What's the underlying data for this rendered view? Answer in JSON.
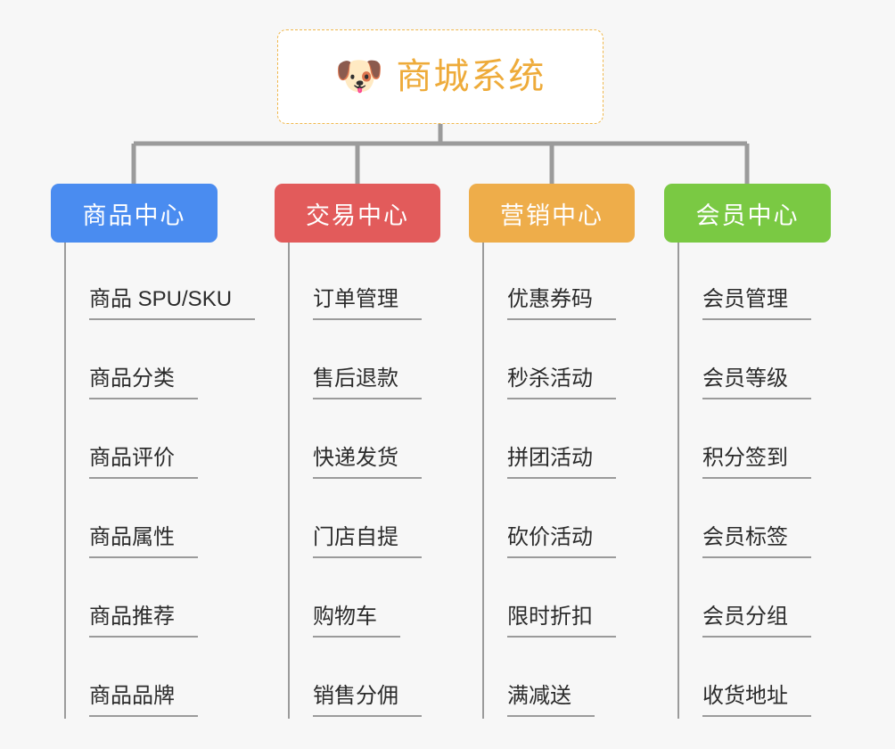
{
  "canvas": {
    "background": "#f7f7f7",
    "connector_color": "#9b9b9b"
  },
  "root": {
    "title": "商城系统",
    "emoji": "🐶",
    "emoji_name": "shiba-dog-face-emoji",
    "text_color": "#eeab3a",
    "border_color": "#f0b84d",
    "background": "#ffffff"
  },
  "branches": [
    {
      "label": "商品中心",
      "color": "#4a8cf0",
      "items": [
        "商品 SPU/SKU",
        "商品分类",
        "商品评价",
        "商品属性",
        "商品推荐",
        "商品品牌"
      ]
    },
    {
      "label": "交易中心",
      "color": "#e25b5b",
      "items": [
        "订单管理",
        "售后退款",
        "快递发货",
        "门店自提",
        "购物车",
        "销售分佣"
      ]
    },
    {
      "label": "营销中心",
      "color": "#eead4a",
      "items": [
        "优惠券码",
        "秒杀活动",
        "拼团活动",
        "砍价活动",
        "限时折扣",
        "满减送"
      ]
    },
    {
      "label": "会员中心",
      "color": "#7ac943",
      "items": [
        "会员管理",
        "会员等级",
        "积分签到",
        "会员标签",
        "会员分组",
        "收货地址"
      ]
    }
  ]
}
